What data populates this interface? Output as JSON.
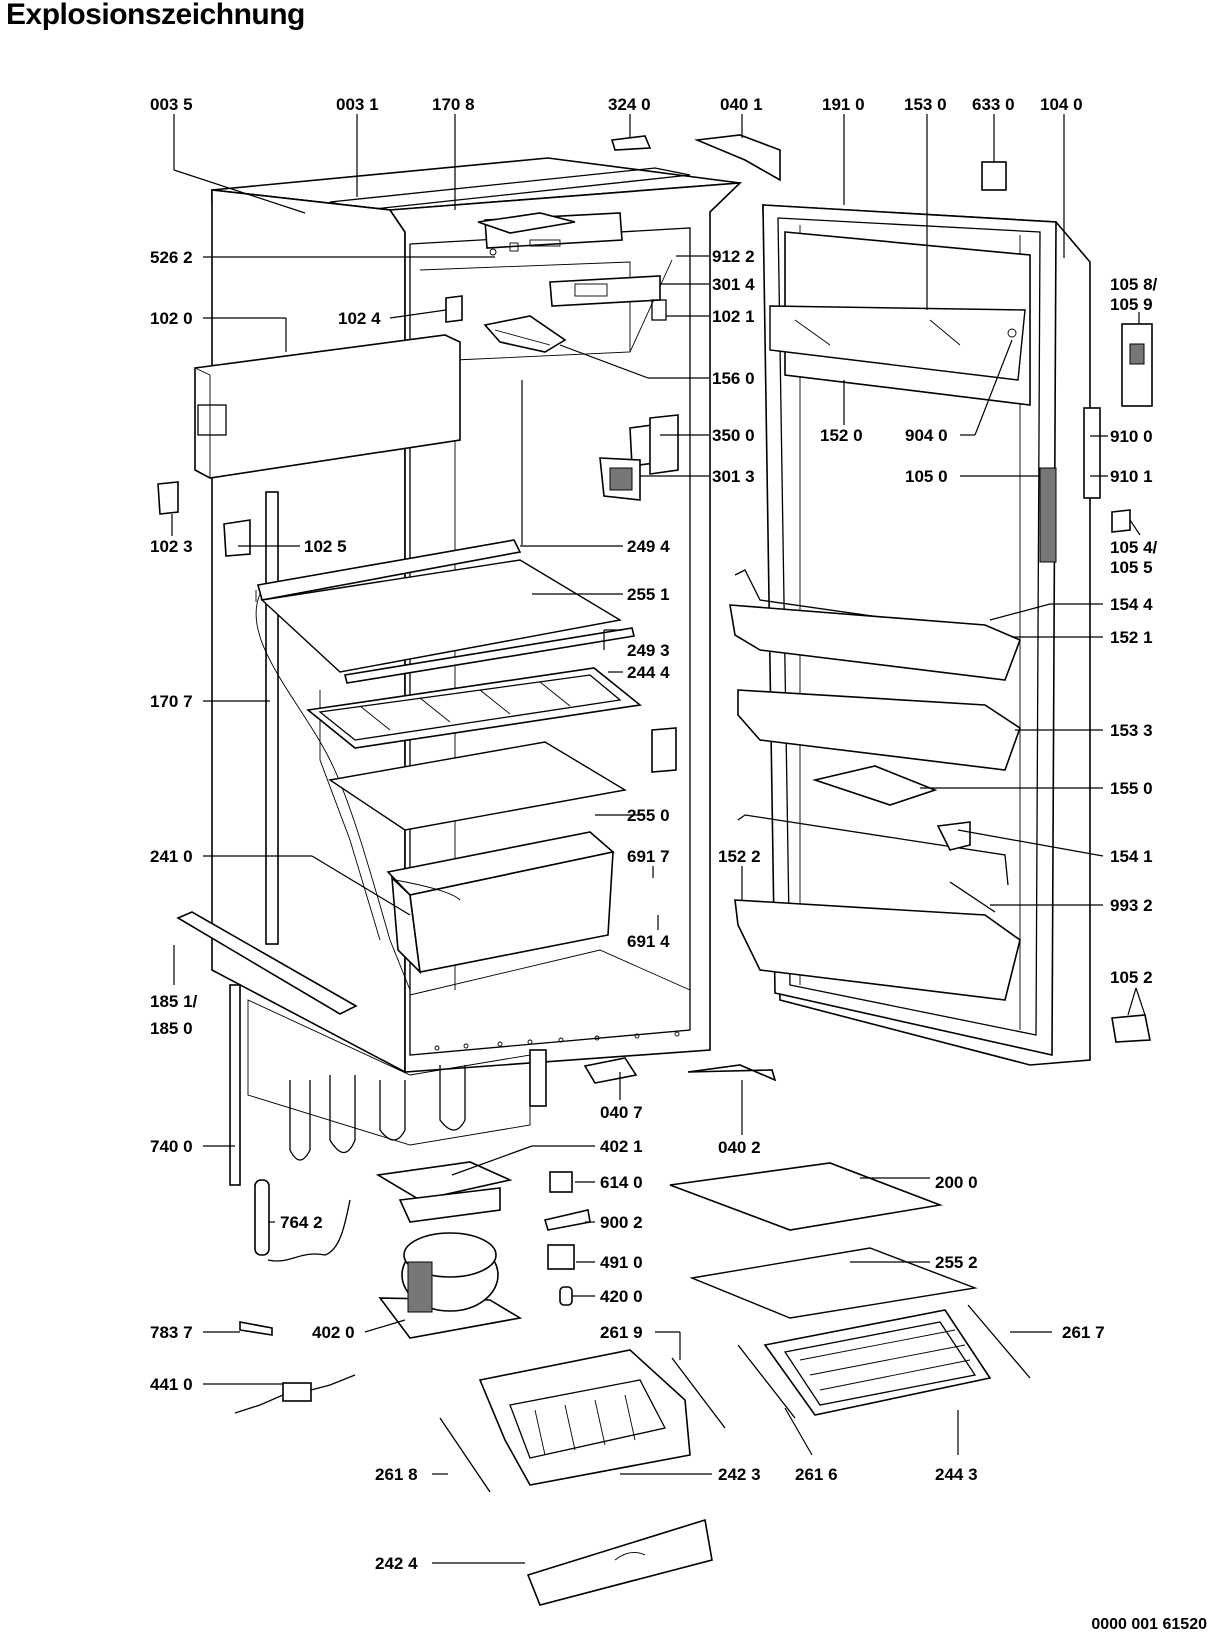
{
  "title": "Explosionszeichnung",
  "document_number": "0000 001 61520",
  "part_labels": {
    "p0035": "003 5",
    "p0031": "003 1",
    "p1708": "170 8",
    "p3240": "324 0",
    "p0401": "040 1",
    "p1910": "191 0",
    "p1530": "153 0",
    "p6330": "633 0",
    "p1040": "104 0",
    "p5262": "526 2",
    "p9122": "912 2",
    "p3014": "301 4",
    "p1020": "102 0",
    "p1024": "102 4",
    "p1021": "102 1",
    "p1560": "156 0",
    "p1058": "105 8/",
    "p1059": "105 9",
    "p3500": "350 0",
    "p3013": "301 3",
    "p1520": "152 0",
    "p9040": "904 0",
    "p9100": "910 0",
    "p9101": "910 1",
    "p1050": "105 0",
    "p1023": "102 3",
    "p1025": "102 5",
    "p2494": "249 4",
    "p1054": "105 4/",
    "p1055": "105 5",
    "p2551": "255 1",
    "p1544": "154 4",
    "p2493": "249 3",
    "p1521": "152 1",
    "p2444": "244 4",
    "p1707": "170 7",
    "p1533": "153 3",
    "p1550": "155 0",
    "p2550": "255 0",
    "p2410": "241 0",
    "p6917": "691 7",
    "p1522": "152 2",
    "p1541": "154 1",
    "p9932": "993 2",
    "p6914": "691 4",
    "p1851": "185 1/",
    "p1850": "185 0",
    "p1052": "105 2",
    "p0407": "040 7",
    "p0402": "040 2",
    "p7400": "740 0",
    "p4021": "402 1",
    "p6140": "614 0",
    "p2000": "200 0",
    "p7642": "764 2",
    "p9002": "900 2",
    "p4910": "491 0",
    "p2552": "255 2",
    "p4200": "420 0",
    "p7837": "783 7",
    "p4020": "402 0",
    "p2619": "261 9",
    "p2617": "261 7",
    "p4410": "441 0",
    "p2618": "261 8",
    "p2423": "242 3",
    "p2616": "261 6",
    "p2443": "244 3",
    "p2424": "242 4"
  }
}
